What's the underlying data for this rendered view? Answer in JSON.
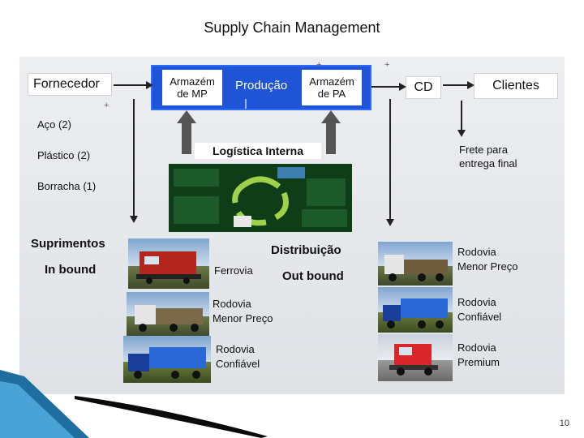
{
  "title": "Supply Chain Management",
  "fornecedor": "Fornecedor",
  "materials": [
    "Aço (2)",
    "Plástico (2)",
    "Borracha (1)"
  ],
  "armazem_mp": [
    "Armazém",
    "de MP"
  ],
  "producao": "Produção",
  "armazem_pa": [
    "Armazém",
    "de PA"
  ],
  "cd": "CD",
  "clientes": "Clientes",
  "frete": [
    "Frete para",
    "entrega final"
  ],
  "logistica": "Logística Interna",
  "suprimentos": "Suprimentos",
  "inbound": "In bound",
  "distribuicao": "Distribuição",
  "outbound": "Out bound",
  "ferrovia": "Ferrovia",
  "rodovia_preco": [
    "Rodovia",
    "Menor Preço"
  ],
  "rodovia_confiavel": [
    "Rodovia",
    "Confiável"
  ],
  "rodovia_premium": [
    "Rodovia",
    "Premium"
  ],
  "page_number": "10",
  "colors": {
    "blue_block": "#1f54d6",
    "panel": "#e4e6ea",
    "cycle_bg": "#0f3d17"
  }
}
